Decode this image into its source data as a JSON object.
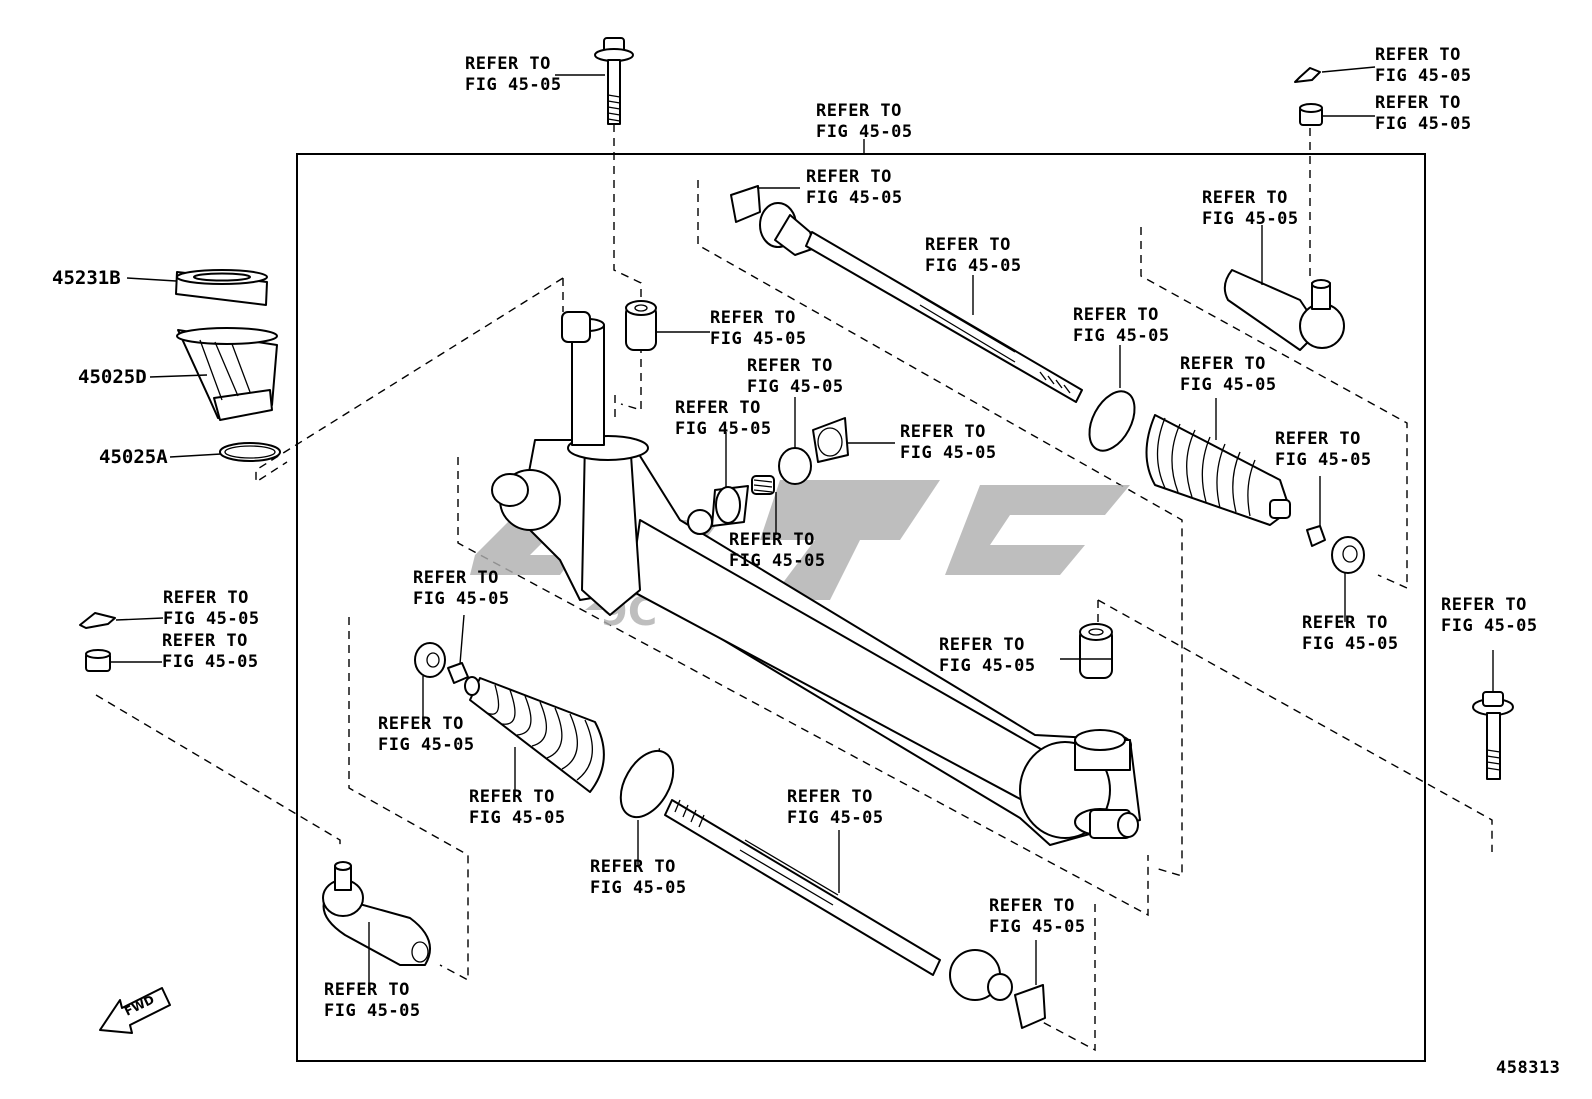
{
  "refer_line1": "REFER TO",
  "refer_line2": "FIG 45-05",
  "parts": {
    "p45231B": "45231B",
    "p45025D": "45025D",
    "p45025A": "45025A"
  },
  "fwd_label": "FWD",
  "illustration_number": "458313",
  "watermark": "9C",
  "icons": [
    "forward-arrow-icon"
  ],
  "colors": {
    "line": "#000000",
    "watermark": "#b0b0b0",
    "background": "#ffffff"
  }
}
